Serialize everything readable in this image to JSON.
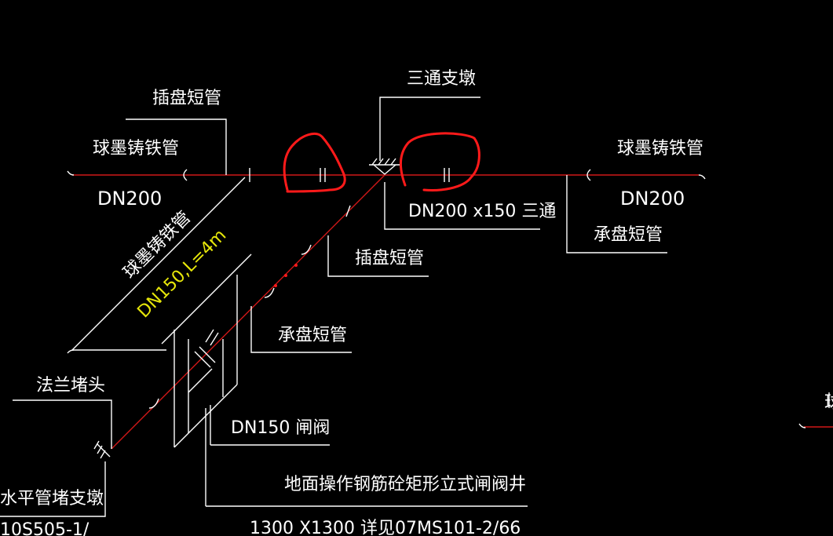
{
  "labels": {
    "spigot_flange_short_pipe_top": "插盘短管",
    "ductile_iron_pipe_left": "球墨铸铁管",
    "dn200_left": "DN200",
    "tee_thrust_block": "三通支墩",
    "ductile_iron_pipe_right": "球墨铸铁管",
    "dn200_right": "DN200",
    "tee_spec": "DN200 x150 三通",
    "socket_flange_short_pipe_right": "承盘短管",
    "spigot_flange_short_pipe_mid": "插盘短管",
    "branch_pipe_material": "球墨铸铁管",
    "branch_pipe_spec": "DN150,L=4m",
    "socket_flange_short_pipe_mid": "承盘短管",
    "flange_blind_cap": "法兰堵头",
    "gate_valve": "DN150 闸阀",
    "valve_well": "地面操作钢筋砼矩形立式闸阀井",
    "valve_well_spec": "1300 X1300  详见07MS101-2/66",
    "horizontal_cap_thrust_block": "水平管堵支墩",
    "partial_ref": "10S505-1/",
    "right_edge_fragment": "球"
  },
  "colors": {
    "background": "#000000",
    "line_white": "#ffffff",
    "pipe_red": "#d01818",
    "markup_red": "#ff1a1a",
    "dimension_yellow": "#e6e60a"
  }
}
